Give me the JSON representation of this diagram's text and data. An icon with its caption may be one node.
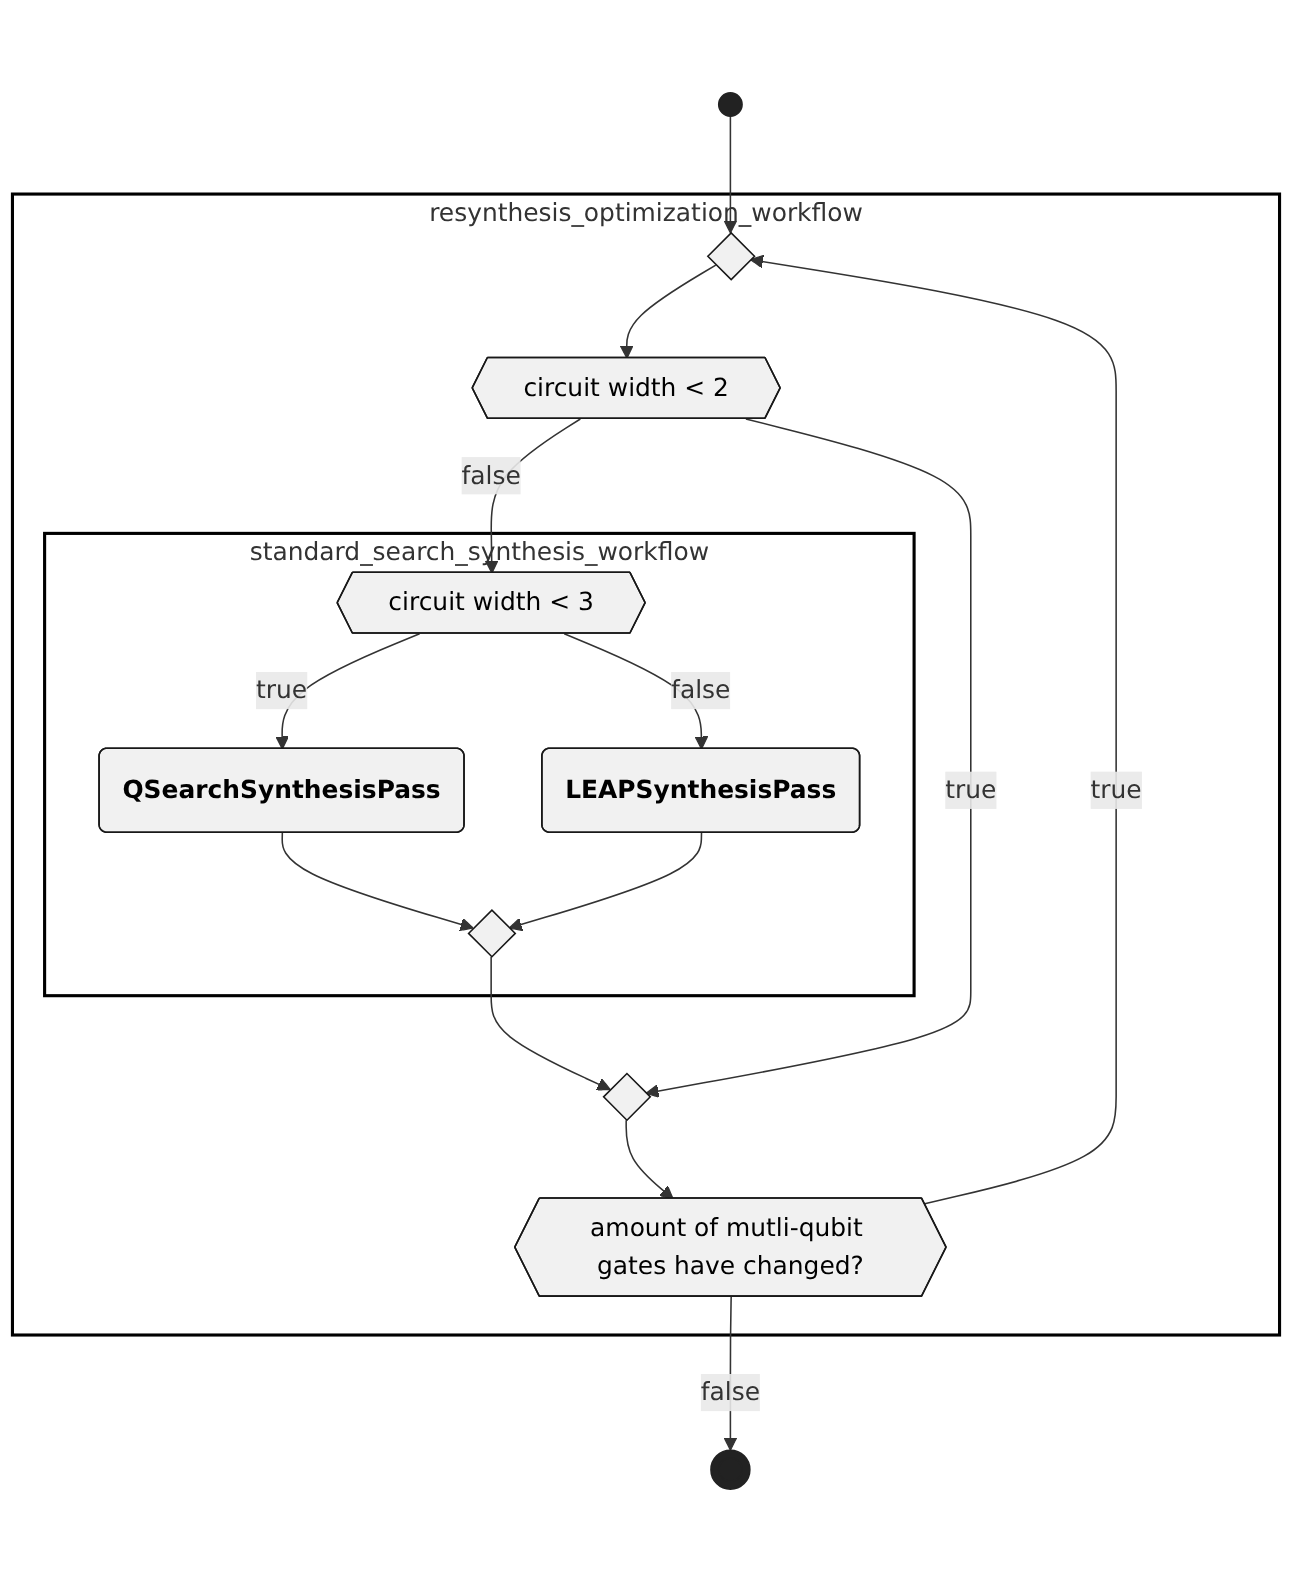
{
  "diagram": {
    "nodes": [
      {
        "text": [],
        "shape": "circle"
      },
      {
        "text": [
          "resynthesis_optimization_workflow"
        ]
      },
      {
        "text": [],
        "shape": "diamond",
        "in": 1
      },
      {
        "text": [
          "circuit width < 2"
        ],
        "in": 1
      },
      {
        "text": [
          "standard_search_synthesis_workflow"
        ],
        "in": 1
      },
      {
        "text": [
          "circuit width < 3"
        ],
        "in": 4
      },
      {
        "text": [
          "QSearchSynthesisPass"
        ],
        "in": 4
      },
      {
        "text": [
          "LEAPSynthesisPass"
        ],
        "in": 4
      },
      {
        "text": [],
        "shape": "diamond",
        "in": 4
      },
      {
        "text": [],
        "shape": "diamond",
        "in": 1
      },
      {
        "text": [
          "amount of mutli-qubit gates have changed?"
        ],
        "in": 1
      },
      {
        "text": [],
        "shape": "circle"
      }
    ],
    "edges": [
      {
        "from": 0,
        "to": 2,
        "arrow": "to"
      },
      {
        "from": 2,
        "to": 3,
        "arrow": "to"
      },
      {
        "from": 3,
        "to": 5,
        "arrow": "to",
        "label": "false"
      },
      {
        "from": 5,
        "to": 6,
        "arrow": "to",
        "label": "true"
      },
      {
        "from": 5,
        "to": 7,
        "arrow": "to",
        "label": "false"
      },
      {
        "from": 6,
        "to": 8,
        "arrow": "to"
      },
      {
        "from": 7,
        "to": 8,
        "arrow": "to"
      },
      {
        "from": 8,
        "to": 9,
        "arrow": "to"
      },
      {
        "from": 3,
        "to": 9,
        "arrow": "to",
        "label": "true"
      },
      {
        "from": 9,
        "to": 10,
        "arrow": "to"
      },
      {
        "from": 10,
        "to": 2,
        "arrow": "to",
        "label": "true"
      },
      {
        "from": 10,
        "to": 11,
        "arrow": "to",
        "label": "false"
      }
    ]
  }
}
